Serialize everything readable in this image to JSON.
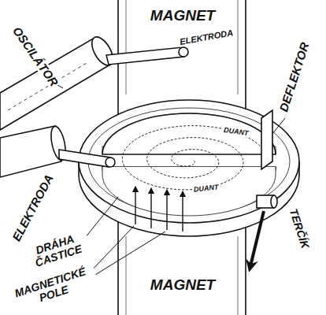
{
  "diagram": {
    "labels": [
      "MAGNET",
      "OSCILÁTOR",
      "ELEKTRODA",
      "DEFLEKTOR",
      "DUANT",
      "ELEKTRODA",
      "DUANT",
      "TERČÍK",
      "DRÁHA ČASTICE",
      "MAGNETICKÉ POLE",
      "MAGNET"
    ]
  }
}
